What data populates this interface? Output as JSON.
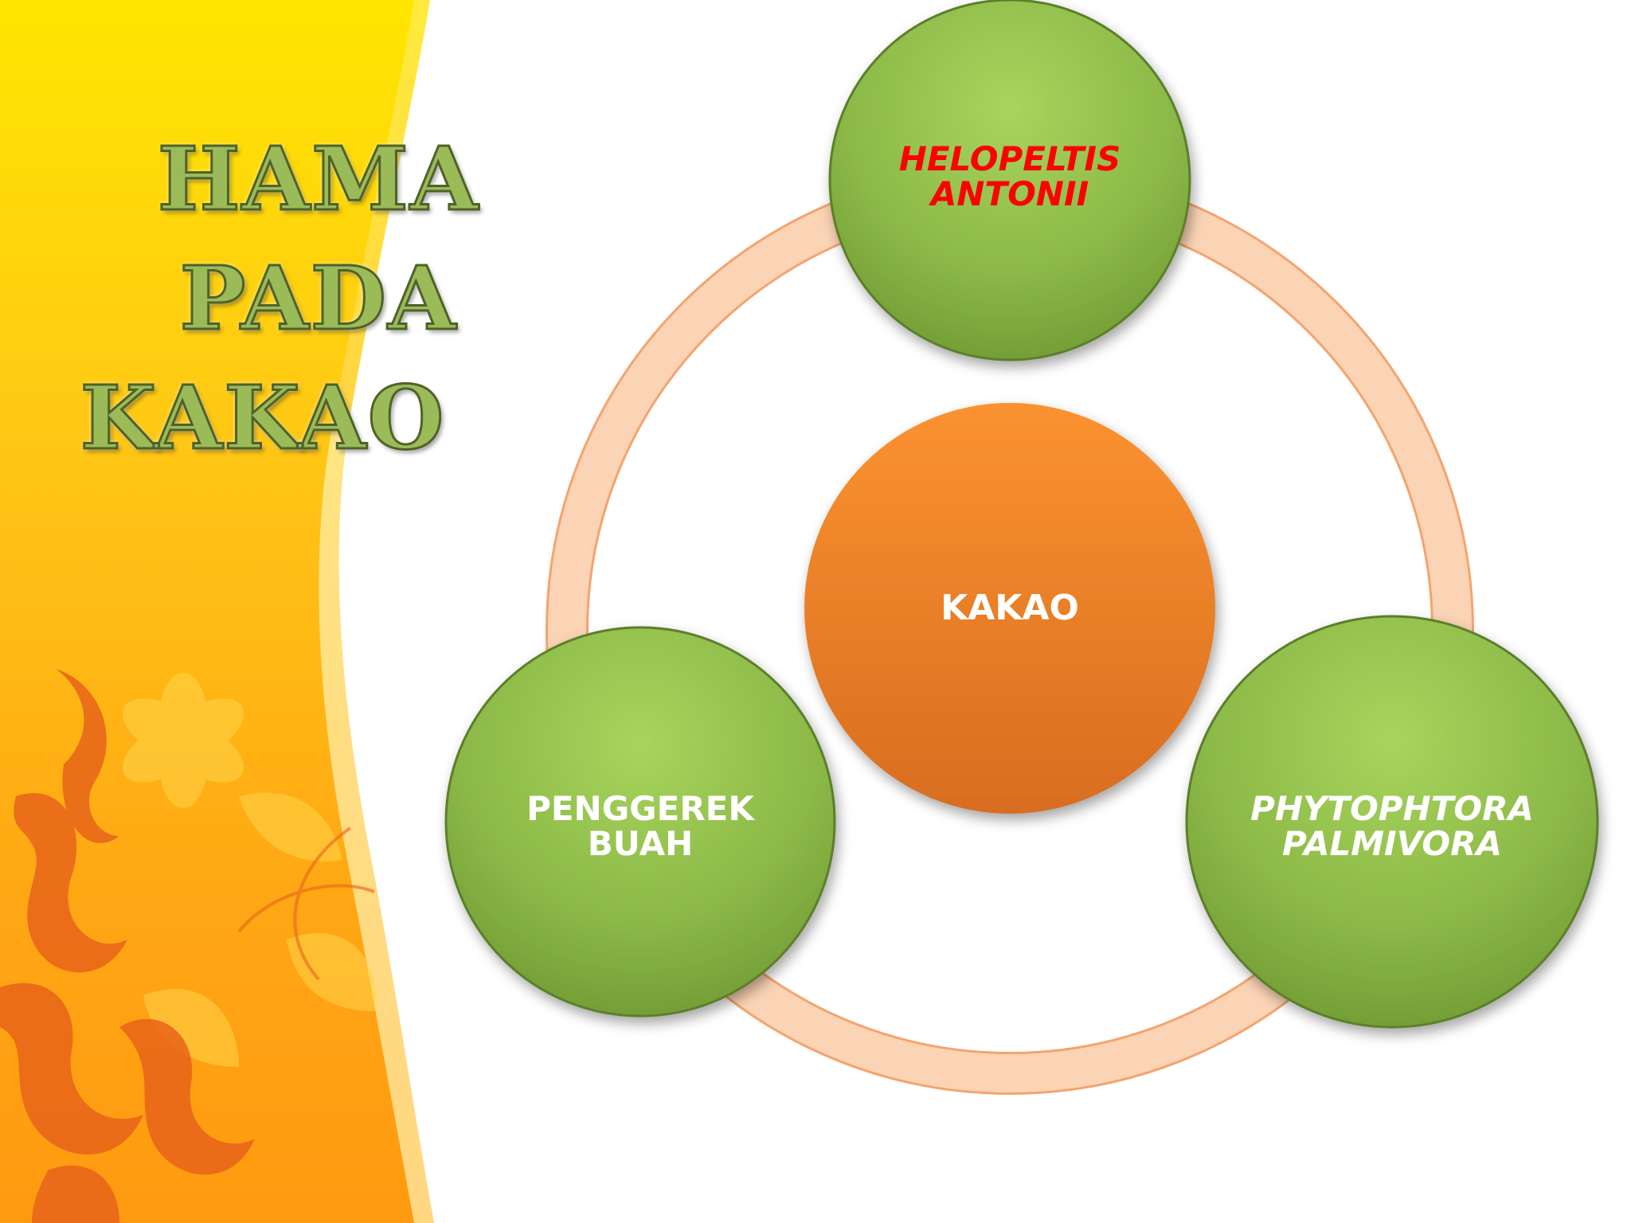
{
  "slide": {
    "title_line1": "HAMA PADA",
    "title_line2": "KAKAO"
  },
  "diagram": {
    "center": {
      "label": "KAKAO",
      "color": "#ee7d28"
    },
    "nodes": [
      {
        "id": "top",
        "line1": "HELOPELTIS",
        "line2": "ANTONII",
        "text_color": "#ff0000",
        "italic": true
      },
      {
        "id": "left",
        "line1": "PENGGEREK",
        "line2": "BUAH",
        "text_color": "#ffffff",
        "italic": false
      },
      {
        "id": "right",
        "line1": "PHYTOPHTORA",
        "line2": "PALMIVORA",
        "text_color": "#ffffff",
        "italic": true
      }
    ],
    "colors": {
      "node_green": "#8cb948",
      "ring": "#fbd3b5",
      "ring_border": "#f4a46e"
    }
  }
}
